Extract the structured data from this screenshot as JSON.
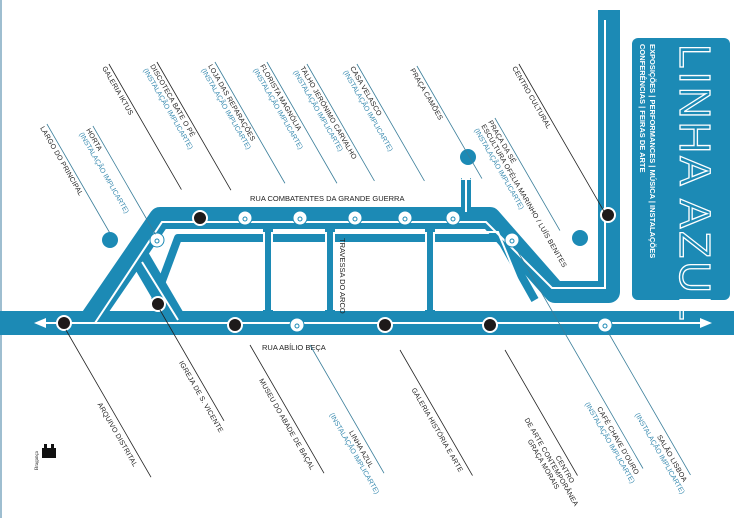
{
  "colors": {
    "line": "#1c8ab5",
    "station_black": "#1e1a1a",
    "background": "#ffffff"
  },
  "title_box": {
    "title": "LINHA AZUL",
    "subtitle_1": "EXPOSIÇÕES | PERFORMANCES | MÚSICA | INSTALAÇÕES",
    "subtitle_2": "CONFERÊNCIAS | FEIRAS DE ARTE"
  },
  "streets": {
    "top": "RUA COMBATENTES DA GRANDE GUERRA",
    "middle": "TRAVESSA DO ARCO",
    "bottom": "RUA ABÍLIO BEÇA"
  },
  "top_labels": [
    {
      "name": "GALERIA IKTUS"
    },
    {
      "name": "DISCOTECA BATE O PÉ",
      "note": "(INSTALAÇÃO IMPLICARTE)"
    },
    {
      "name": "LOJA DAS REPARAÇÕES",
      "note": "(INSTALAÇÃO IMPLICARTE)"
    },
    {
      "name": "FLORISTA MAGNÓLIA",
      "note": "(INSTALAÇÃO IMPLICARTE)"
    },
    {
      "name": "TALHO JERÓNIMO CARVALHO",
      "note": "(INSTALAÇÃO IMPLICARTE)"
    },
    {
      "name": "CASA VELASCO",
      "note": "(INSTALAÇÃO IMPLICARTE)"
    },
    {
      "name": "PRAÇA CAMÕES"
    },
    {
      "name": "CENTRO CULTURAL"
    },
    {
      "name": "PRAÇA DA SÉ",
      "name2": "ESCULTURA OFÉLIA MARINHO / LUÍS BENITES",
      "note": "(INSTALAÇÃO IMPLICARTE)"
    },
    {
      "name": "HORTA",
      "note": "(INSTALAÇÃO IMPLICARTE)"
    },
    {
      "name": "LARGO DO PRINCIPAL"
    }
  ],
  "bottom_labels": [
    {
      "name": "ARQUIVO DISTRITAL"
    },
    {
      "name": "IGREJA DE S. VICENTE"
    },
    {
      "name": "MUSEU DO ABADE DE BAÇAL"
    },
    {
      "name": "LINHA AZUL",
      "note": "(INSTALAÇÃO IMPLICARTE)"
    },
    {
      "name": "GALERIA HISTÓRIA E ARTE"
    },
    {
      "name": "CENTRO",
      "name2": "DE ARTE CONTEMPORÂNEA",
      "name3": "GRAÇA MORAIS"
    },
    {
      "name": "CAFÉ CHAVE D'OURO",
      "note": "(INSTALAÇÃO IMPLICARTE)"
    },
    {
      "name": "SALÃO LISBOA",
      "note": "(INSTALAÇÃO IMPLICARTE)"
    }
  ],
  "logo": {
    "text": "Bragança"
  }
}
